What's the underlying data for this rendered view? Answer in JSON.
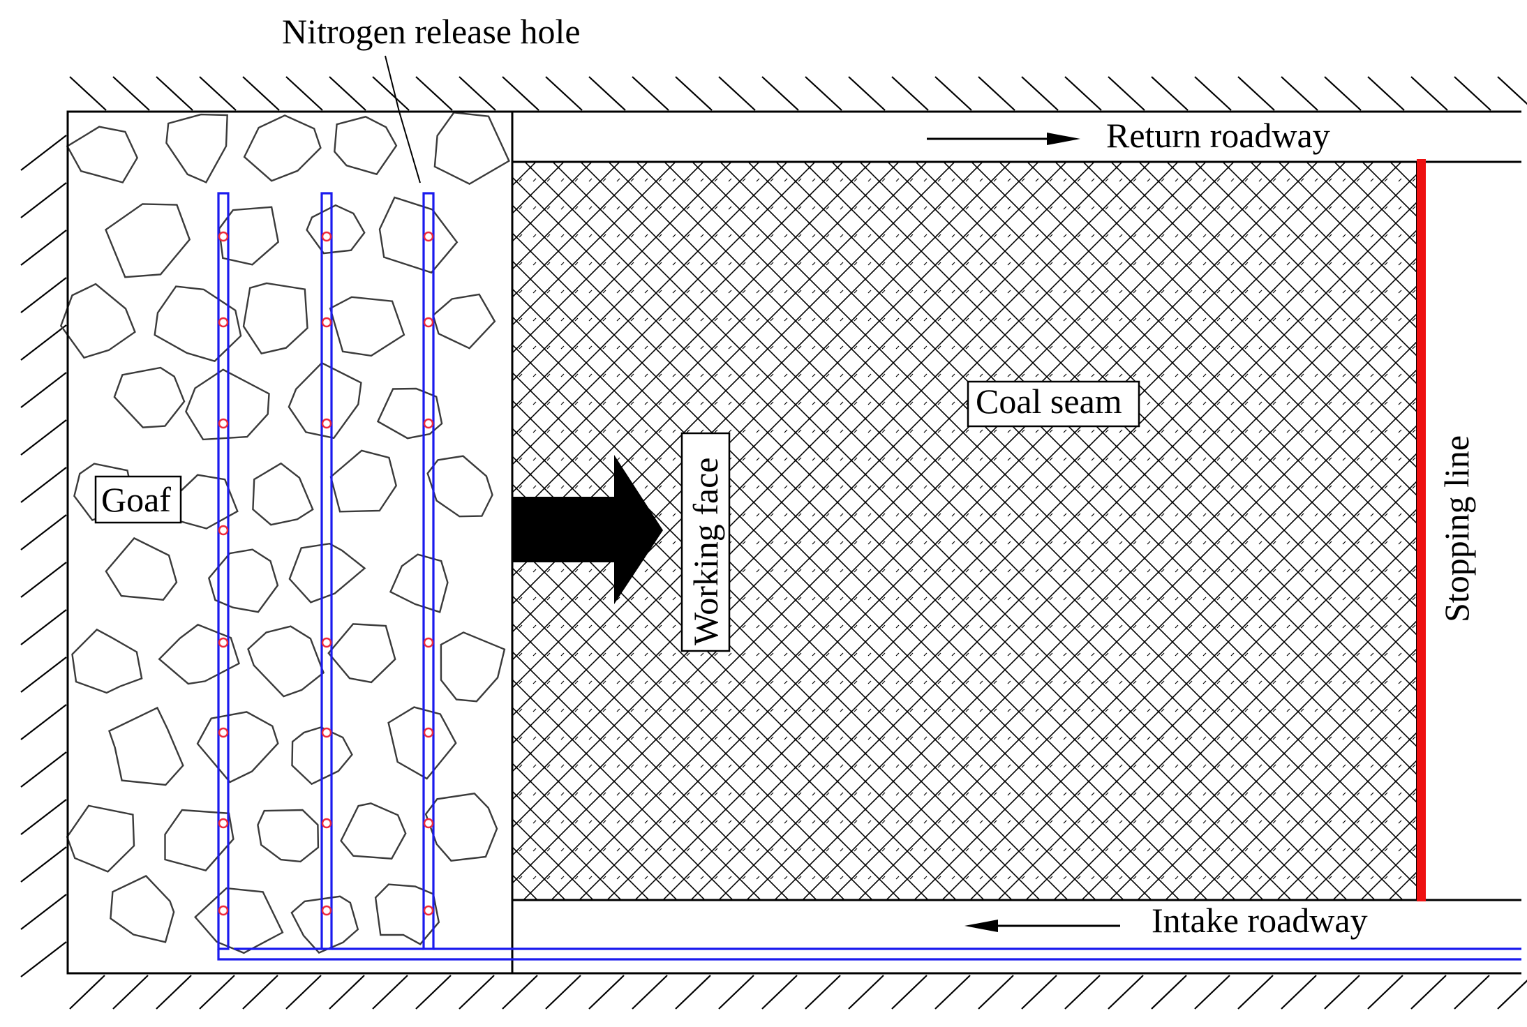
{
  "labels": {
    "nitrogen_hole": "Nitrogen release hole",
    "return_roadway": "Return roadway",
    "coal_seam": "Coal seam",
    "goaf": "Goaf",
    "working_face": "Working  face",
    "stopping_line": "Stopping line",
    "intake_roadway": "Intake roadway"
  },
  "colors": {
    "pipe": "#1a1aee",
    "release_hole": "#ee2a3a",
    "stopping_line": "#ee1111",
    "line": "#000000"
  }
}
